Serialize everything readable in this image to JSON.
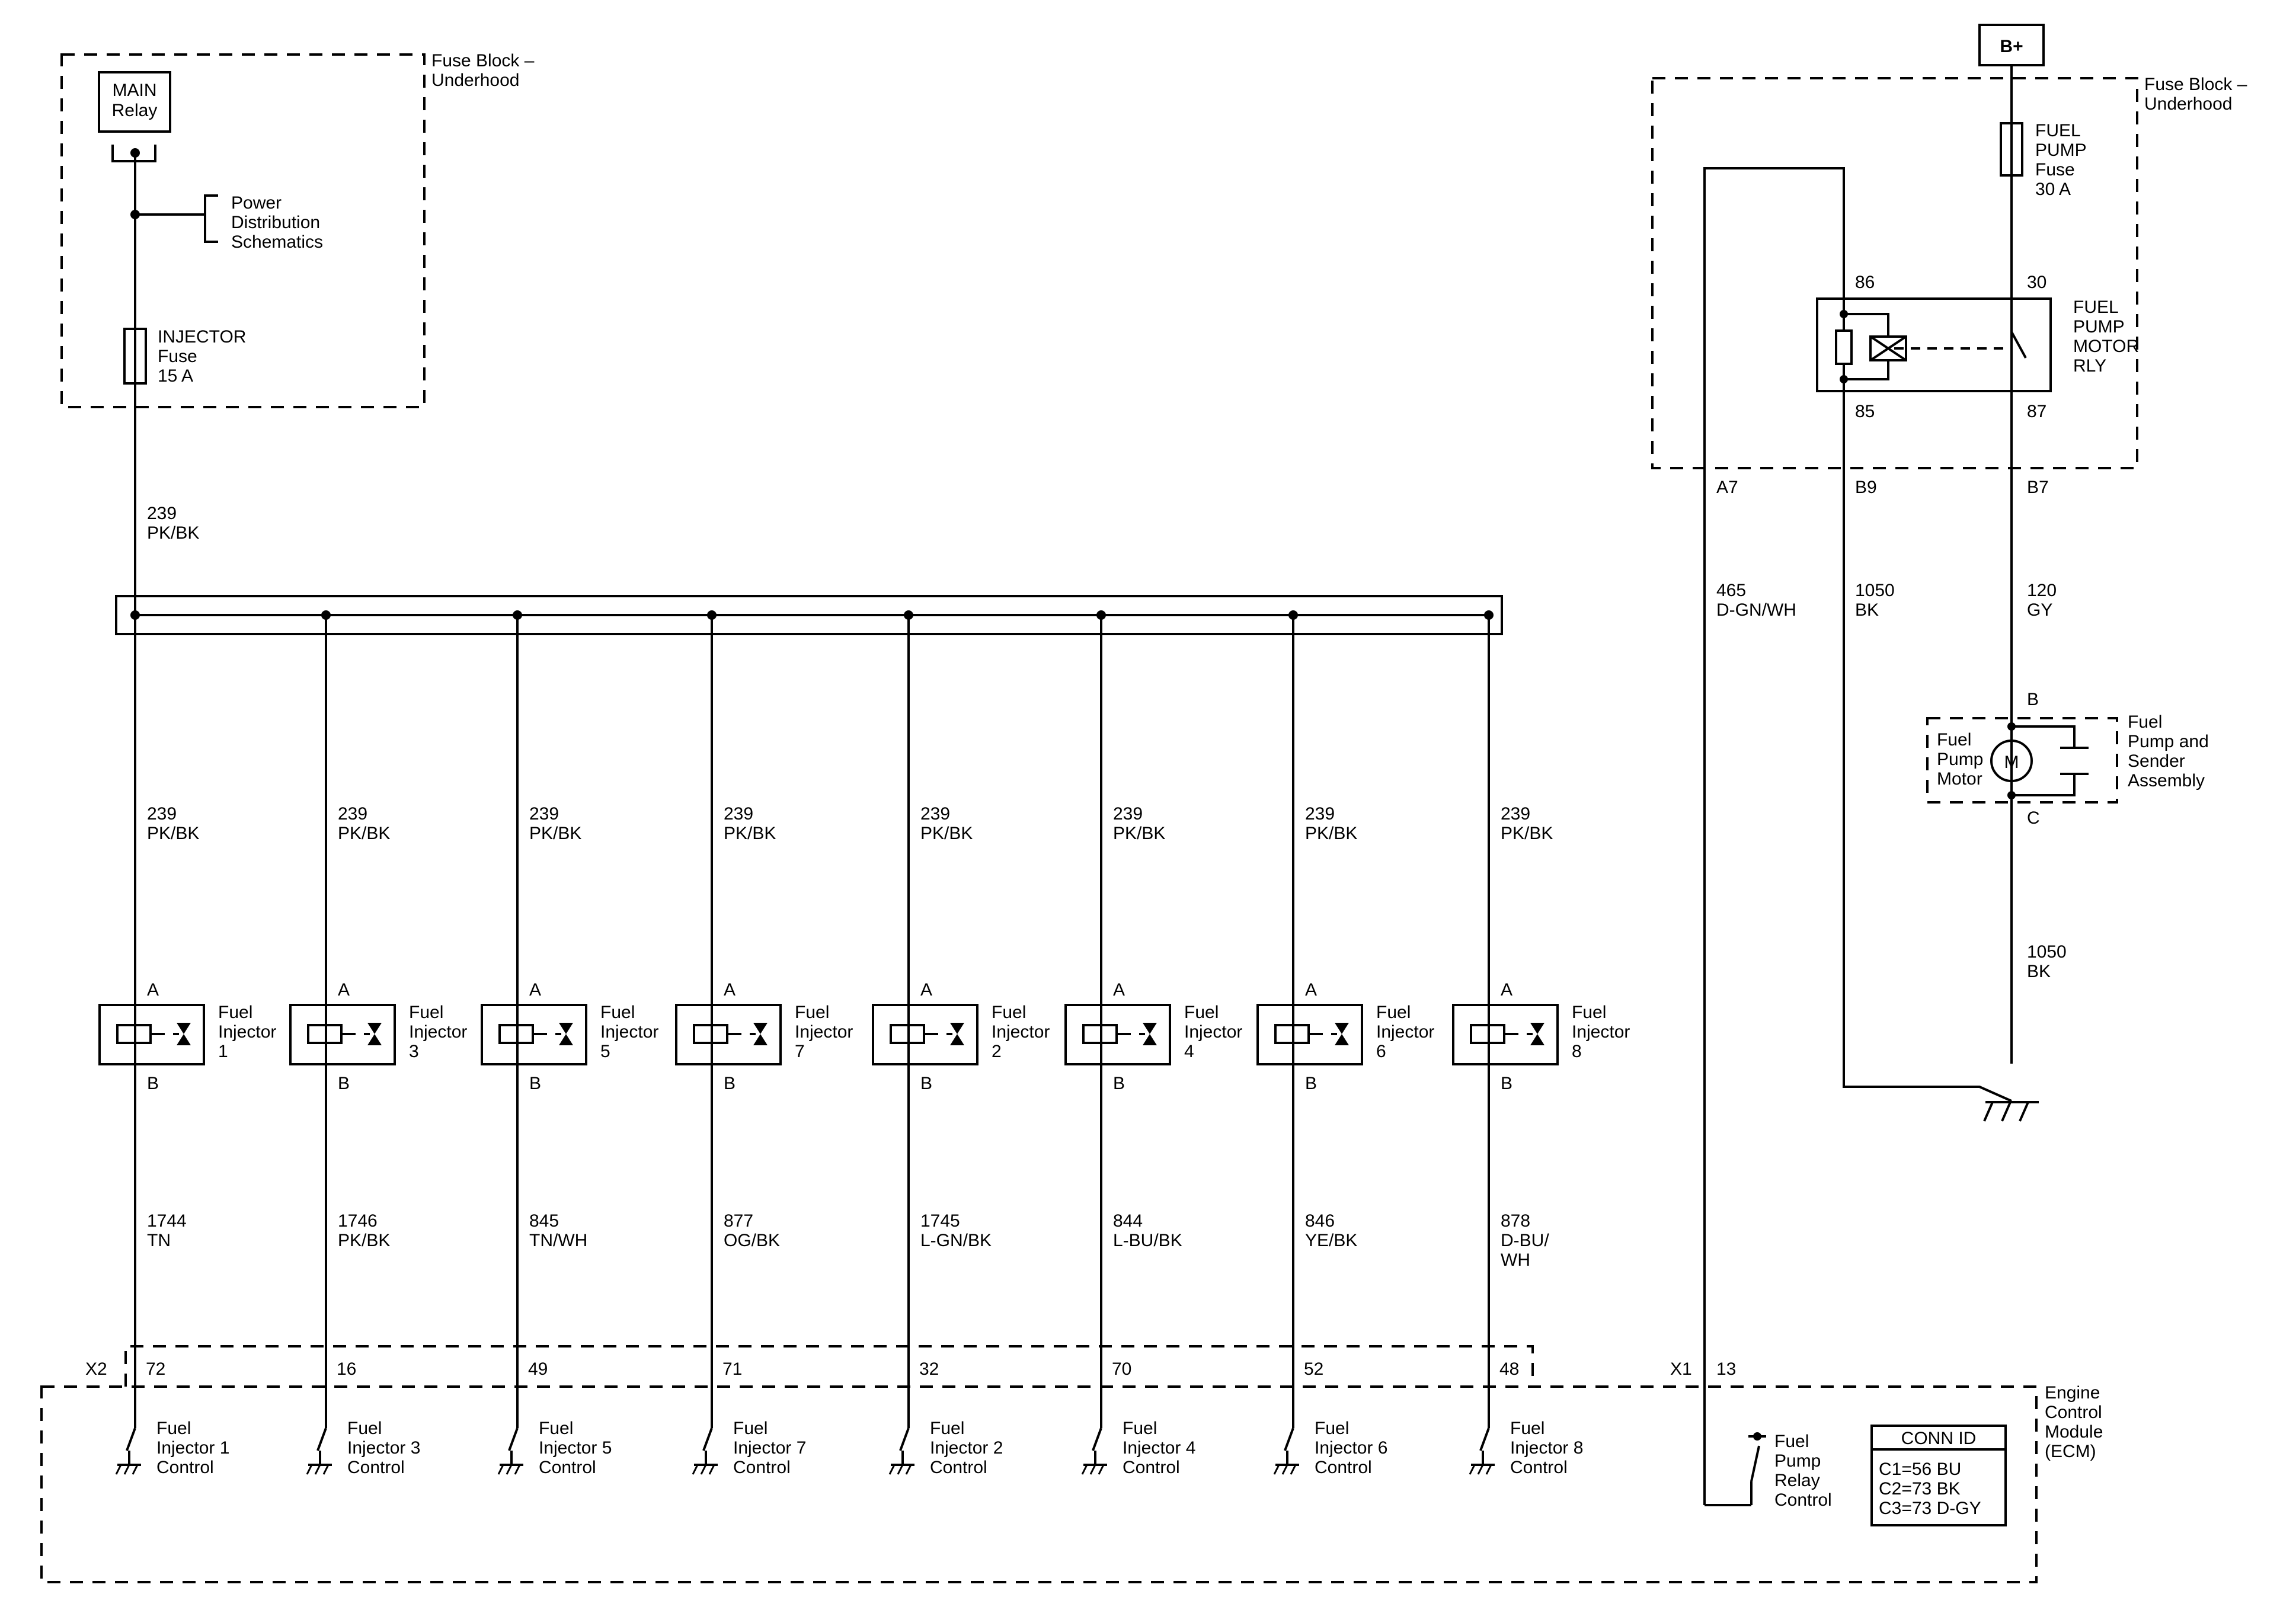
{
  "fuse_block_left": {
    "label_line1": "Fuse Block –",
    "label_line2": "Underhood",
    "main_relay_line1": "MAIN",
    "main_relay_line2": "Relay",
    "power_dist_line1": "Power",
    "power_dist_line2": "Distribution",
    "power_dist_line3": "Schematics",
    "injector_fuse_line1": "INJECTOR",
    "injector_fuse_line2": "Fuse",
    "injector_fuse_line3": "15 A"
  },
  "feed_wire": {
    "circuit": "239",
    "color": "PK/BK"
  },
  "injectors": [
    {
      "title": "Fuel",
      "title2": "Injector",
      "num": "1",
      "pin_a": "A",
      "pin_b": "B",
      "feed_circuit": "239",
      "feed_color": "PK/BK",
      "ctrl_circuit": "1744",
      "ctrl_color": "TN",
      "ctrl_color2": "",
      "ecm_pin": "72",
      "ecm_l1": "Fuel",
      "ecm_l2": "Injector 1",
      "ecm_l3": "Control"
    },
    {
      "title": "Fuel",
      "title2": "Injector",
      "num": "3",
      "pin_a": "A",
      "pin_b": "B",
      "feed_circuit": "239",
      "feed_color": "PK/BK",
      "ctrl_circuit": "1746",
      "ctrl_color": "PK/BK",
      "ctrl_color2": "",
      "ecm_pin": "16",
      "ecm_l1": "Fuel",
      "ecm_l2": "Injector 3",
      "ecm_l3": "Control"
    },
    {
      "title": "Fuel",
      "title2": "Injector",
      "num": "5",
      "pin_a": "A",
      "pin_b": "B",
      "feed_circuit": "239",
      "feed_color": "PK/BK",
      "ctrl_circuit": "845",
      "ctrl_color": "TN/WH",
      "ctrl_color2": "",
      "ecm_pin": "49",
      "ecm_l1": "Fuel",
      "ecm_l2": "Injector 5",
      "ecm_l3": "Control"
    },
    {
      "title": "Fuel",
      "title2": "Injector",
      "num": "7",
      "pin_a": "A",
      "pin_b": "B",
      "feed_circuit": "239",
      "feed_color": "PK/BK",
      "ctrl_circuit": "877",
      "ctrl_color": "OG/BK",
      "ctrl_color2": "",
      "ecm_pin": "71",
      "ecm_l1": "Fuel",
      "ecm_l2": "Injector 7",
      "ecm_l3": "Control"
    },
    {
      "title": "Fuel",
      "title2": "Injector",
      "num": "2",
      "pin_a": "A",
      "pin_b": "B",
      "feed_circuit": "239",
      "feed_color": "PK/BK",
      "ctrl_circuit": "1745",
      "ctrl_color": "L-GN/BK",
      "ctrl_color2": "",
      "ecm_pin": "32",
      "ecm_l1": "Fuel",
      "ecm_l2": "Injector 2",
      "ecm_l3": "Control"
    },
    {
      "title": "Fuel",
      "title2": "Injector",
      "num": "4",
      "pin_a": "A",
      "pin_b": "B",
      "feed_circuit": "239",
      "feed_color": "PK/BK",
      "ctrl_circuit": "844",
      "ctrl_color": "L-BU/BK",
      "ctrl_color2": "",
      "ecm_pin": "70",
      "ecm_l1": "Fuel",
      "ecm_l2": "Injector 4",
      "ecm_l3": "Control"
    },
    {
      "title": "Fuel",
      "title2": "Injector",
      "num": "6",
      "pin_a": "A",
      "pin_b": "B",
      "feed_circuit": "239",
      "feed_color": "PK/BK",
      "ctrl_circuit": "846",
      "ctrl_color": "YE/BK",
      "ctrl_color2": "",
      "ecm_pin": "52",
      "ecm_l1": "Fuel",
      "ecm_l2": "Injector 6",
      "ecm_l3": "Control"
    },
    {
      "title": "Fuel",
      "title2": "Injector",
      "num": "8",
      "pin_a": "A",
      "pin_b": "B",
      "feed_circuit": "239",
      "feed_color": "PK/BK",
      "ctrl_circuit": "878",
      "ctrl_color": "D-BU/",
      "ctrl_color2": "WH",
      "ecm_pin": "48",
      "ecm_l1": "Fuel",
      "ecm_l2": "Injector 8",
      "ecm_l3": "Control"
    }
  ],
  "ecm": {
    "connector_x2": "X2",
    "connector_x1": "X1",
    "label_line1": "Engine",
    "label_line2": "Control",
    "label_line3": "Module",
    "label_line4": "(ECM)",
    "pump_pin": "13",
    "pump_l1": "Fuel",
    "pump_l2": "Pump",
    "pump_l3": "Relay",
    "pump_l4": "Control",
    "conn_id_title": "CONN ID",
    "conn_id_rows": [
      "C1=56 BU",
      "C2=73 BK",
      "C3=73 D-GY"
    ]
  },
  "right": {
    "battery": "B+",
    "fuse_block_line1": "Fuse Block –",
    "fuse_block_line2": "Underhood",
    "pump_fuse_line1": "FUEL",
    "pump_fuse_line2": "PUMP",
    "pump_fuse_line3": "Fuse",
    "pump_fuse_line4": "30 A",
    "relay_line1": "FUEL",
    "relay_line2": "PUMP",
    "relay_line3": "MOTOR",
    "relay_line4": "RLY",
    "relay_pin_86": "86",
    "relay_pin_30": "30",
    "relay_pin_85": "85",
    "relay_pin_87": "87",
    "conn_a7": "A7",
    "conn_b9": "B9",
    "conn_b7": "B7",
    "wire_465_circuit": "465",
    "wire_465_color": "D-GN/WH",
    "wire_1050_circuit": "1050",
    "wire_1050_color": "BK",
    "wire_120_circuit": "120",
    "wire_120_color": "GY",
    "motor_pin_b": "B",
    "motor_pin_c": "C",
    "motor_symbol": "M",
    "motor_label_line1": "Fuel",
    "motor_label_line2": "Pump",
    "motor_label_line3": "Motor",
    "assembly_line1": "Fuel",
    "assembly_line2": "Pump and",
    "assembly_line3": "Sender",
    "assembly_line4": "Assembly",
    "ground_wire_circuit": "1050",
    "ground_wire_color": "BK"
  }
}
